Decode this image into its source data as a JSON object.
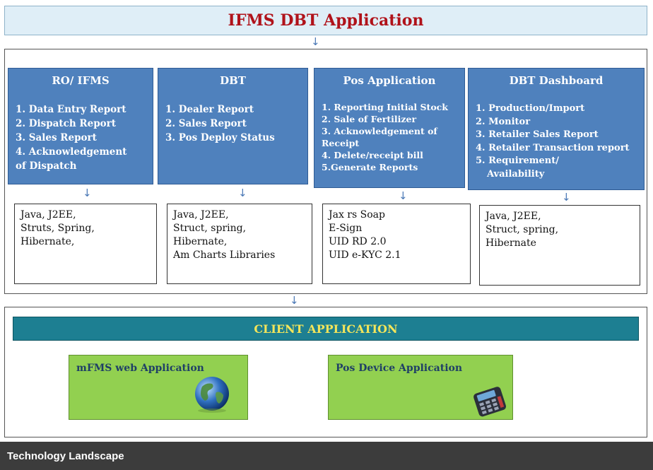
{
  "title": "IFMS DBT Application",
  "modules": [
    {
      "title": "RO/ IFMS",
      "items": [
        "1. Data Entry Report",
        "2. Dispatch Report",
        "3. Sales Report",
        "4. Acknowledgement",
        "of Dispatch"
      ],
      "tech": [
        "Java, J2EE,",
        "Struts, Spring,",
        "Hibernate,"
      ]
    },
    {
      "title": "DBT",
      "items": [
        "1. Dealer Report",
        "2. Sales Report",
        "3. Pos Deploy Status"
      ],
      "tech": [
        "Java, J2EE,",
        "Struct, spring,",
        "Hibernate,",
        "Am Charts Libraries"
      ]
    },
    {
      "title": "Pos Application",
      "items": [
        "1. Reporting Initial Stock",
        "2. Sale of Fertilizer",
        "3. Acknowledgement of",
        "Receipt",
        "4. Delete/receipt bill",
        "5.Generate Reports"
      ],
      "tech": [
        "Jax rs Soap",
        "E-Sign",
        "UID RD 2.0",
        "UID e-KYC 2.1"
      ]
    },
    {
      "title": "DBT Dashboard",
      "items": [
        "1. Production/Import",
        "2. Monitor",
        "3. Retailer Sales Report",
        "4. Retailer Transaction report",
        "5. Requirement/",
        "Availability"
      ],
      "tech": [
        "Java, J2EE,",
        "Struct, spring,",
        "Hibernate"
      ]
    }
  ],
  "client": {
    "title": "CLIENT APPLICATION",
    "apps": [
      "mFMS web Application",
      "Pos Device Application"
    ]
  },
  "footer": "Technology Landscape",
  "icons": {
    "arrow": "arrow-down-icon",
    "globe": "globe-icon",
    "pos": "pos-device-icon"
  },
  "colors": {
    "module_bg": "#4f81bd",
    "title_text": "#b0121a",
    "client_bar": "#1d7f92",
    "app_bg": "#92d050",
    "footer_bg": "#3c3c3c"
  }
}
